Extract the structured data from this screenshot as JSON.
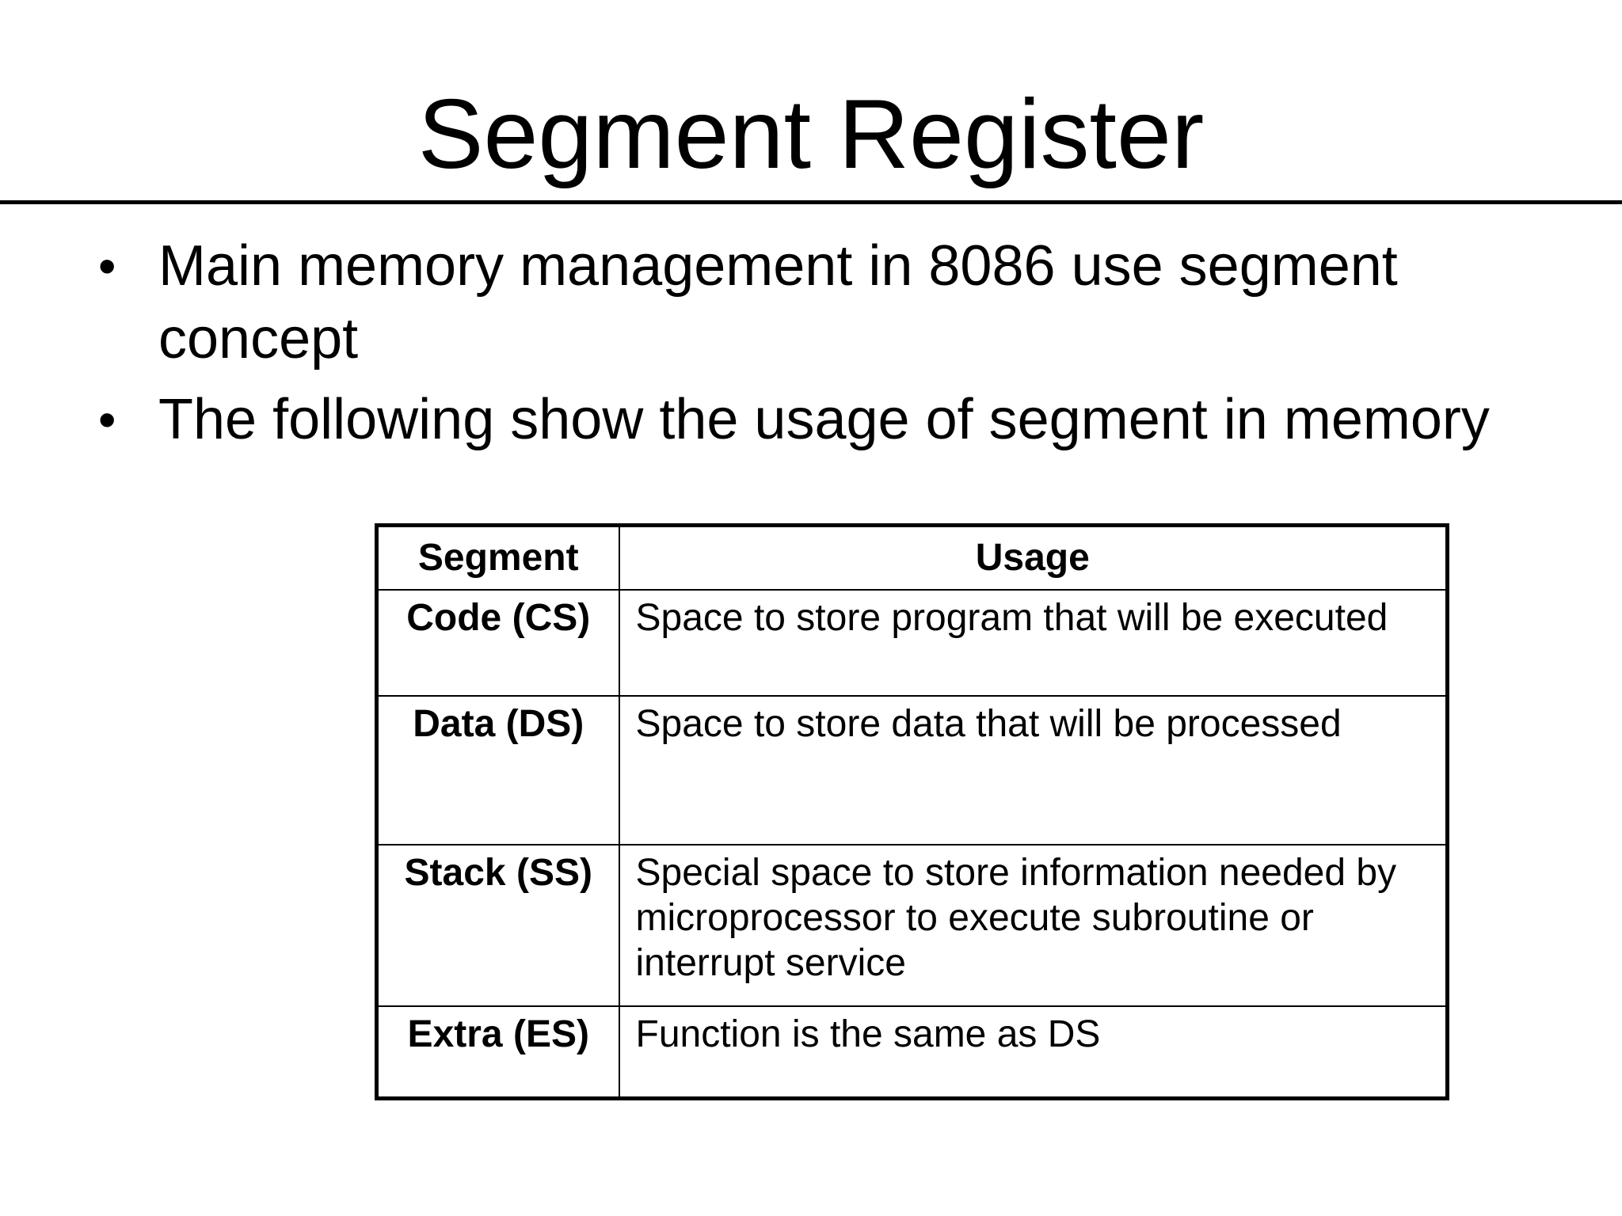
{
  "slide": {
    "title": "Segment Register",
    "bullets": [
      "Main memory management in 8086 use segment concept",
      "The following show the usage of segment in memory"
    ]
  },
  "table": {
    "headers": [
      "Segment",
      "Usage"
    ],
    "rows": [
      {
        "segment": "Code (CS)",
        "usage": "Space to store program that will be executed"
      },
      {
        "segment": "Data (DS)",
        "usage": "Space to store data that will be processed"
      },
      {
        "segment": "Stack (SS)",
        "usage": "Special space to store information needed by microprocessor to execute subroutine or interrupt service"
      },
      {
        "segment": "Extra (ES)",
        "usage": "Function is the same as DS"
      }
    ]
  }
}
